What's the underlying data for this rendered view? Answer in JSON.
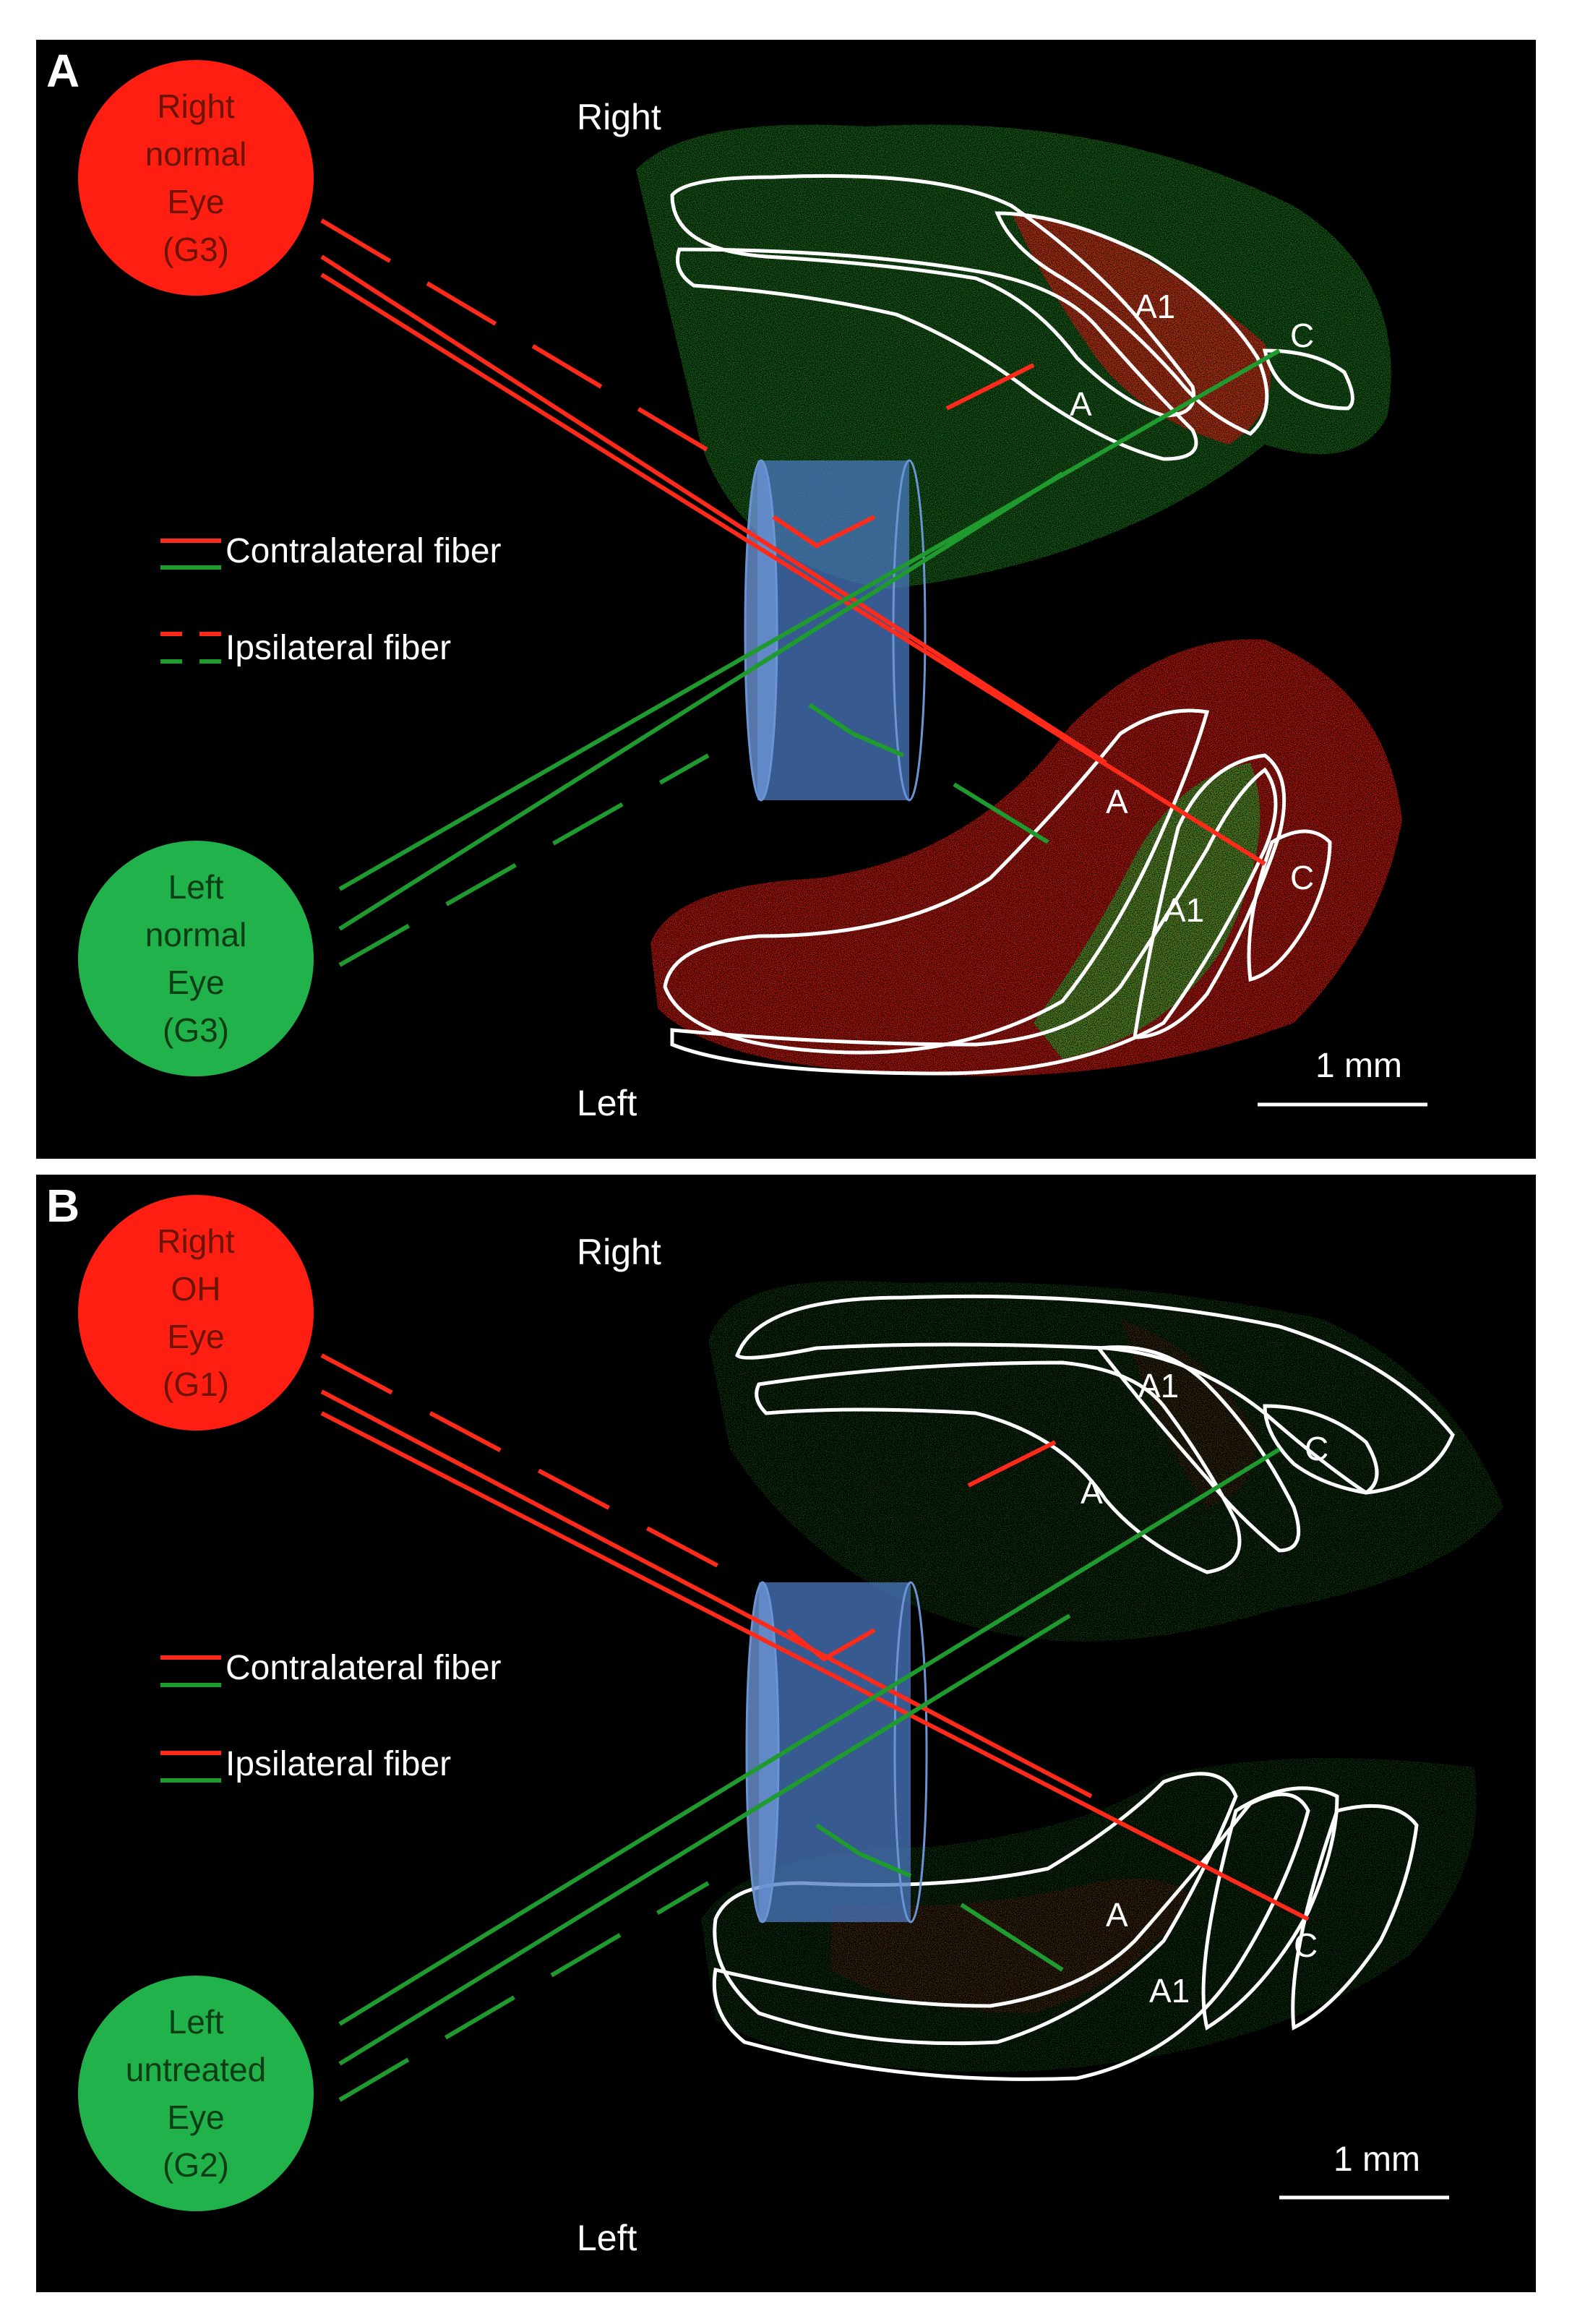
{
  "panels": [
    {
      "id": "A",
      "label": "A",
      "eyes": {
        "right": {
          "lines": [
            "Right",
            "normal",
            "Eye",
            "(G3)"
          ],
          "color": "#ff1e12"
        },
        "left": {
          "lines": [
            "Left",
            "normal",
            "Eye",
            "(G3)"
          ],
          "color": "#22b24c"
        }
      },
      "side_labels": {
        "top": "Right",
        "bottom": "Left"
      },
      "legend": {
        "contralateral": "Contralateral fiber",
        "ipsilateral": "Ipsilateral fiber",
        "ipsilateral_style": "dashed"
      },
      "regions": {
        "a": "A",
        "a1": "A1",
        "c": "C"
      },
      "scale_bar": "1 mm",
      "dominant_label": "red"
    },
    {
      "id": "B",
      "label": "B",
      "eyes": {
        "right": {
          "lines": [
            "Right",
            "OH",
            "Eye",
            "(G1)"
          ],
          "color": "#ff1e12"
        },
        "left": {
          "lines": [
            "Left",
            "untreated",
            "Eye",
            "(G2)"
          ],
          "color": "#22b24c"
        }
      },
      "side_labels": {
        "top": "Right",
        "bottom": "Left"
      },
      "legend": {
        "contralateral": "Contralateral fiber",
        "ipsilateral": "Ipsilateral fiber",
        "ipsilateral_style": "solid"
      },
      "regions": {
        "a": "A",
        "a1": "A1",
        "c": "C"
      },
      "scale_bar": "1 mm",
      "dominant_label": "weak"
    }
  ],
  "colors": {
    "red_fiber": "#ff2a1a",
    "green_fiber": "#1f9a2e",
    "chiasm": "#4a78c0",
    "outline": "#ffffff"
  }
}
